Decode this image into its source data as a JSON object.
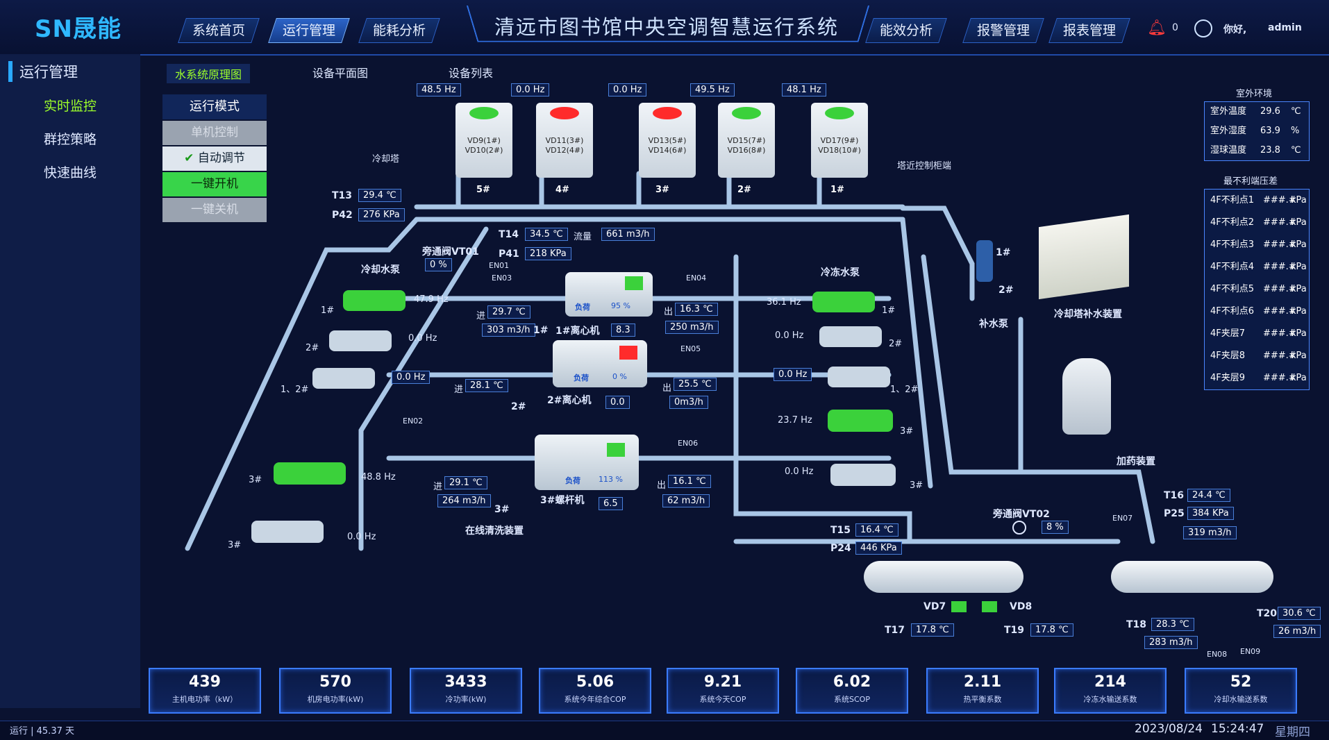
{
  "header": {
    "logo": "SN晟能",
    "nav_left": [
      "系统首页",
      "运行管理",
      "能耗分析"
    ],
    "title": "清远市图书馆中央空调智慧运行系统",
    "nav_right": [
      "能效分析",
      "报警管理",
      "报表管理"
    ],
    "alarm_count": "0",
    "greeting": "你好,",
    "user": "admin"
  },
  "sidebar": {
    "title": "运行管理",
    "items": [
      "实时监控",
      "群控策略",
      "快速曲线"
    ]
  },
  "tabs": [
    "水系统原理图",
    "设备平面图",
    "设备列表"
  ],
  "mode": {
    "title": "运行模式",
    "buttons": [
      "单机控制",
      "自动调节",
      "一键开机",
      "一键关机"
    ]
  },
  "towers": {
    "label": "冷却塔",
    "hz": [
      "48.5 Hz",
      "0.0 Hz",
      "0.0 Hz",
      "49.5 Hz",
      "48.1 Hz"
    ],
    "names": [
      "5#",
      "4#",
      "3#",
      "2#",
      "1#"
    ],
    "valves": [
      [
        "VD9(1#)",
        "VD10(2#)"
      ],
      [
        "VD11(3#)",
        "VD12(4#)"
      ],
      [
        "VD13(5#)",
        "VD14(6#)"
      ],
      [
        "VD15(7#)",
        "VD16(8#)"
      ],
      [
        "VD17(9#)",
        "VD18(10#)"
      ]
    ],
    "control_cabinet": "塔近控制柜端"
  },
  "cooling_main": {
    "t13_label": "T13",
    "t13": "29.4 ℃",
    "p42_label": "P42",
    "p42": "276 KPa"
  },
  "bypass1": {
    "label": "旁通阀VT01",
    "value": "0 %"
  },
  "t14": {
    "label": "T14",
    "value": "34.5 ℃",
    "flow_label": "流量",
    "flow": "661 m3/h",
    "p41_label": "P41",
    "p41": "218 KPa"
  },
  "cooling_pumps": {
    "label": "冷却水泵",
    "items": [
      {
        "name": "1#",
        "hz": "47.9 Hz"
      },
      {
        "name": "2#",
        "hz": "0.0 Hz"
      },
      {
        "name": "1、2#",
        "hz": "0.0 Hz"
      },
      {
        "name": "3#",
        "hz": "48.8 Hz"
      },
      {
        "name": "3#",
        "hz": "0.0 Hz"
      }
    ]
  },
  "chillers": [
    {
      "name": "1#离心机",
      "in_label": "进",
      "in_t": "29.7 ℃",
      "in_flow": "303 m3/h",
      "out_label": "出",
      "out_t": "16.3 ℃",
      "out_flow": "250 m3/h",
      "load_label": "负荷",
      "load": "95 %",
      "value": "8.3",
      "tag": "1#"
    },
    {
      "name": "2#离心机",
      "in_label": "进",
      "in_t": "28.1 ℃",
      "in_flow": "",
      "out_label": "出",
      "out_t": "25.5 ℃",
      "out_flow": "0m3/h",
      "load_label": "负荷",
      "load": "0 %",
      "value": "0.0",
      "tag": "2#"
    },
    {
      "name": "3#螺杆机",
      "in_label": "进",
      "in_t": "29.1 ℃",
      "in_flow": "264 m3/h",
      "out_label": "出",
      "out_t": "16.1 ℃",
      "out_flow": "62 m3/h",
      "load_label": "负荷",
      "load": "113 %",
      "value": "6.5",
      "tag": "3#"
    }
  ],
  "en_labels": [
    "EN01",
    "EN03",
    "EN02",
    "EN04",
    "EN05",
    "EN06",
    "EN07",
    "EN08",
    "EN09"
  ],
  "cleaning": "在线清洗装置",
  "chilled_pumps": {
    "label": "冷冻水泵",
    "items": [
      {
        "name": "1#",
        "hz": "36.1 Hz"
      },
      {
        "name": "2#",
        "hz": "0.0 Hz"
      },
      {
        "name": "1、2#",
        "hz": "0.0 Hz"
      },
      {
        "name": "3#",
        "hz": "23.7 Hz"
      },
      {
        "name": "3#",
        "hz": "0.0 Hz"
      }
    ]
  },
  "makeup": {
    "pump_label": "补水泵",
    "p1": "1#",
    "p2": "2#",
    "device": "冷却塔补水装置"
  },
  "dosing": "加药装置",
  "right_side": {
    "env_title": "室外环境",
    "env": [
      {
        "label": "室外温度",
        "value": "29.6",
        "unit": "℃"
      },
      {
        "label": "室外湿度",
        "value": "63.9",
        "unit": "%"
      },
      {
        "label": "湿球温度",
        "value": "23.8",
        "unit": "℃"
      }
    ],
    "dp_title": "最不利端压差",
    "dp": [
      {
        "label": "4F不利点1",
        "value": "###.#",
        "unit": "kPa"
      },
      {
        "label": "4F不利点2",
        "value": "###.#",
        "unit": "kPa"
      },
      {
        "label": "4F不利点3",
        "value": "###.#",
        "unit": "kPa"
      },
      {
        "label": "4F不利点4",
        "value": "###.#",
        "unit": "kPa"
      },
      {
        "label": "4F不利点5",
        "value": "###.#",
        "unit": "kPa"
      },
      {
        "label": "4F不利点6",
        "value": "###.#",
        "unit": "kPa"
      },
      {
        "label": "4F夹层7",
        "value": "###.#",
        "unit": "kPa"
      },
      {
        "label": "4F夹层8",
        "value": "###.#",
        "unit": "kPa"
      },
      {
        "label": "4F夹层9",
        "value": "###.#",
        "unit": "kPa"
      }
    ]
  },
  "chilled_out": {
    "t16_label": "T16",
    "t16": "24.4 ℃",
    "p25_label": "P25",
    "p25": "384 KPa",
    "flow": "319 m3/h"
  },
  "bypass2": {
    "label": "旁通阀VT02",
    "value": "8 %"
  },
  "chilled_in": {
    "t15_label": "T15",
    "t15": "16.4 ℃",
    "p24_label": "P24",
    "p24": "446 KPa"
  },
  "headers": {
    "vd7": "VD7",
    "vd8": "VD8",
    "t17_label": "T17",
    "t17": "17.8 ℃",
    "t19_label": "T19",
    "t19": "17.8 ℃",
    "t18_label": "T18",
    "t18": "28.3 ℃",
    "t18_flow": "283 m3/h",
    "t20_label": "T20",
    "t20": "30.6 ℃",
    "t20_flow": "26 m3/h"
  },
  "kpis": [
    {
      "value": "439",
      "label": "主机电功率（kW）"
    },
    {
      "value": "570",
      "label": "机房电功率(kW)"
    },
    {
      "value": "3433",
      "label": "冷功率(kW)"
    },
    {
      "value": "5.06",
      "label": "系统今年综合COP"
    },
    {
      "value": "9.21",
      "label": "系统今天COP"
    },
    {
      "value": "6.02",
      "label": "系统SCOP"
    },
    {
      "value": "2.11",
      "label": "热平衡系数"
    },
    {
      "value": "214",
      "label": "冷冻水输送系数"
    },
    {
      "value": "52",
      "label": "冷却水输送系数"
    }
  ],
  "footer": {
    "status": "运行 | 45.37 天",
    "date": "2023/08/24",
    "time": "15:24:47",
    "weekday": "星期四"
  },
  "colors": {
    "accent": "#2aa9ff",
    "active_green": "#9dff2a",
    "pump_on": "#3bd13b",
    "pipe": "#a9c6e6"
  }
}
